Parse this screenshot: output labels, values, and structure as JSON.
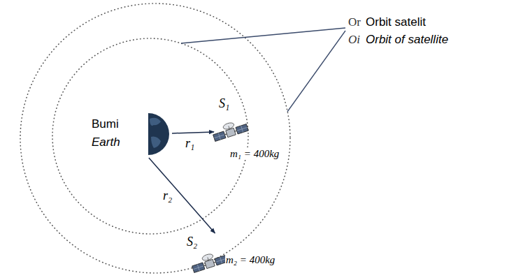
{
  "diagram": {
    "nodes": [
      {
        "text": [
          "Bumi",
          "Earth"
        ]
      },
      {
        "text": [
          "S₁",
          "m₁ = 400kg"
        ]
      },
      {
        "text": [
          "S₂",
          "m₂ = 400kg"
        ]
      }
    ],
    "edges": [
      {
        "from": 0,
        "to": 1,
        "label": "r₁",
        "arrow": "to"
      },
      {
        "from": 0,
        "to": 2,
        "label": "r₂",
        "arrow": "to"
      }
    ],
    "labels": [
      "Or",
      "Oi",
      "Orbit satelit",
      "Orbit of satellite"
    ]
  }
}
